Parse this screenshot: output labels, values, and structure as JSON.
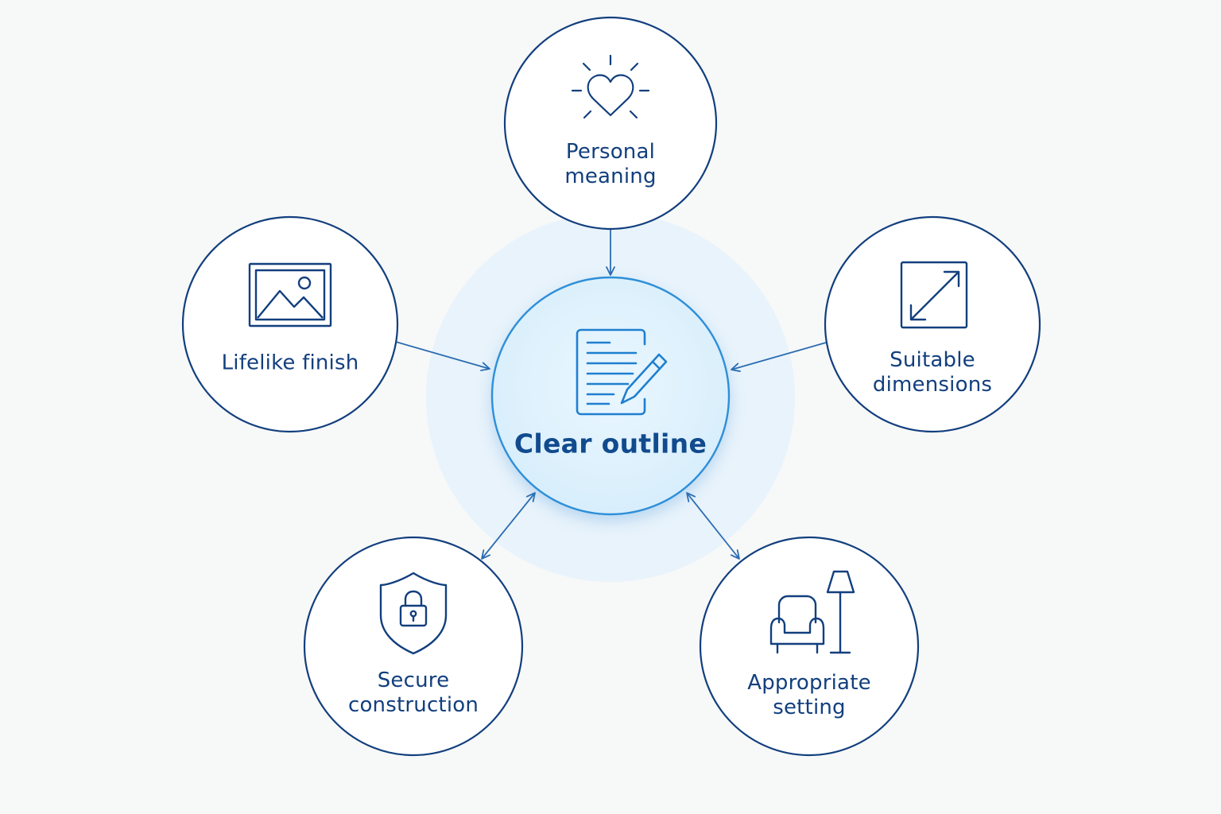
{
  "center": {
    "label": "Clear outline",
    "icon": "document-edit-icon"
  },
  "nodes": {
    "personal_meaning": {
      "line1": "Personal",
      "line2": "meaning",
      "icon": "heart-sparkle-icon"
    },
    "lifelike_finish": {
      "line1": "Lifelike finish",
      "icon": "picture-frame-icon"
    },
    "suitable_dimensions": {
      "line1": "Suitable",
      "line2": "dimensions",
      "icon": "resize-arrows-icon"
    },
    "secure_construction": {
      "line1": "Secure",
      "line2": "construction",
      "icon": "shield-lock-icon"
    },
    "appropriate_setting": {
      "line1": "Appropriate",
      "line2": "setting",
      "icon": "armchair-lamp-icon"
    }
  },
  "colors": {
    "background": "#f7f8f8",
    "node_stroke": "#123f7e",
    "center_stroke": "#2f8fd8",
    "center_fill": "#e1f2fd",
    "halo": "#e9f3fb",
    "connector": "#2b6cb0",
    "text": "#123f7e"
  }
}
